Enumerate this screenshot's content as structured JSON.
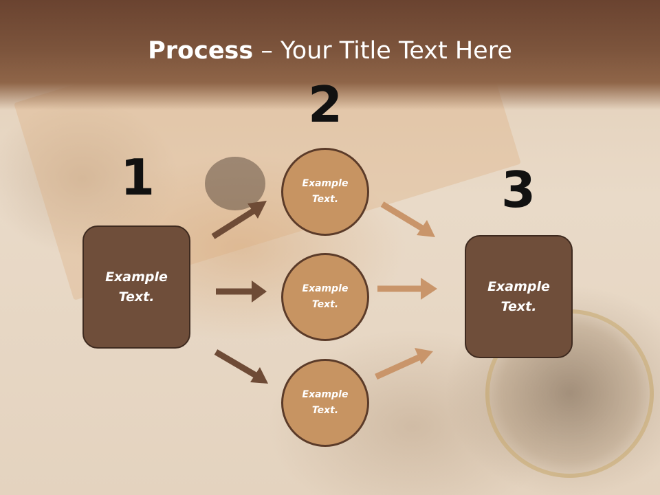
{
  "slide": {
    "title_bold": "Process",
    "title_rest": " – Your Title Text Here"
  },
  "steps": {
    "one": "1",
    "two": "2",
    "three": "3"
  },
  "boxes": {
    "left": "Example\nText.",
    "right": "Example\nText."
  },
  "circles": {
    "top": "Example\nText.",
    "middle": "Example\nText.",
    "bottom": "Example\nText."
  },
  "colors": {
    "dark_box": "#6f4e3a",
    "circle_fill": "#c79462",
    "arrow_dark": "#6e4b36",
    "arrow_light": "#c9956a",
    "title_band": "#6a4330"
  }
}
